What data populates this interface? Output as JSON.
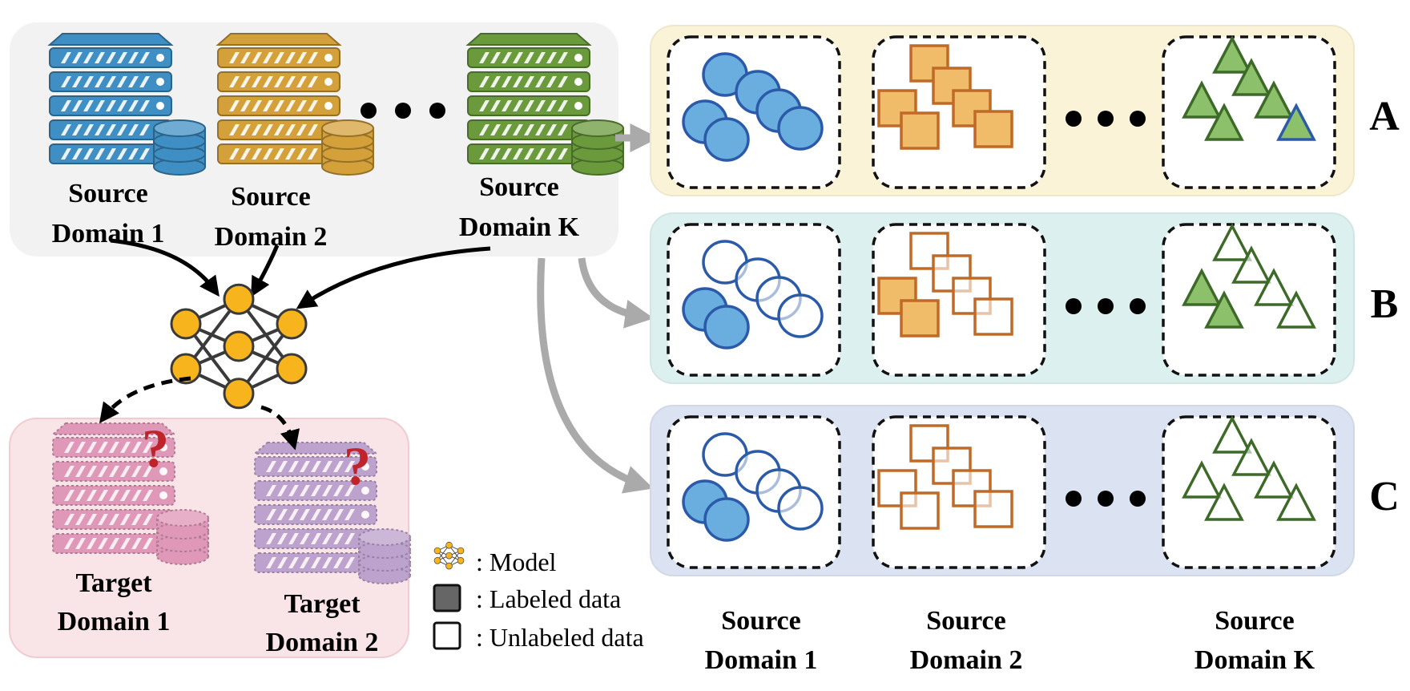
{
  "source_panel": {
    "domains": [
      {
        "line1": "Source",
        "line2": "Domain 1",
        "color": "#3f8fc4"
      },
      {
        "line1": "Source",
        "line2": "Domain 2",
        "color": "#d4a03a"
      },
      {
        "line1": "Source",
        "line2": "Domain K",
        "color": "#6a9a3c"
      }
    ]
  },
  "target_panel": {
    "domains": [
      {
        "line1": "Target",
        "line2": "Domain 1",
        "color": "#d77fa8"
      },
      {
        "line1": "Target",
        "line2": "Domain 2",
        "color": "#a98cc6"
      }
    ],
    "question_mark": "?"
  },
  "legend": {
    "model": ": Model",
    "labeled": ": Labeled data",
    "unlabeled": ": Unlabeled data"
  },
  "settings": [
    {
      "letter": "A",
      "background": "#fbf3d8",
      "circles_labeled": [
        true,
        true,
        true,
        true,
        true,
        true
      ],
      "squares_labeled": [
        true,
        true,
        true,
        true,
        true,
        true
      ],
      "triangles_labeled": [
        true,
        true,
        true,
        true,
        true,
        true
      ]
    },
    {
      "letter": "B",
      "background": "#dcf1ef",
      "circles_labeled": [
        true,
        true,
        false,
        false,
        false,
        false
      ],
      "squares_labeled": [
        true,
        true,
        false,
        false,
        false,
        false
      ],
      "triangles_labeled": [
        true,
        true,
        false,
        false,
        false,
        false
      ]
    },
    {
      "letter": "C",
      "background": "#dbe3f3",
      "circles_labeled": [
        true,
        true,
        false,
        false,
        false,
        false
      ],
      "squares_labeled": [
        false,
        false,
        false,
        false,
        false,
        false
      ],
      "triangles_labeled": [
        false,
        false,
        false,
        false,
        false,
        false
      ]
    }
  ],
  "bottom_labels": [
    {
      "line1": "Source",
      "line2": "Domain 1"
    },
    {
      "line1": "Source",
      "line2": "Domain 2"
    },
    {
      "line1": "Source",
      "line2": "Domain K"
    }
  ],
  "colors": {
    "circle_stroke": "#2b5aa8",
    "circle_fill": "#6aaee0",
    "square_stroke": "#c06a28",
    "square_fill": "#f0bc6a",
    "triangle_stroke": "#3d6a28",
    "triangle_fill": "#8cc06a",
    "node_fill": "#f7b41c",
    "node_stroke": "#3a3a3a",
    "question": "#c0242a"
  }
}
